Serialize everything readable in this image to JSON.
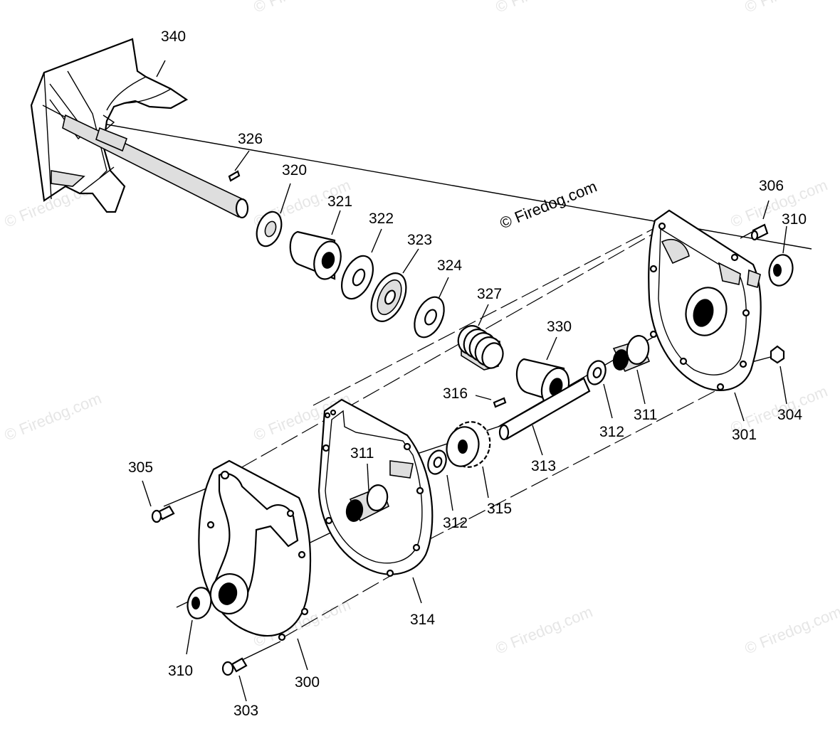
{
  "copyright": "© Firedog.com",
  "watermark_text": "© Firedog.com",
  "part_labels": {
    "p340": "340",
    "p326": "326",
    "p320": "320",
    "p321a": "321",
    "p322": "322",
    "p323": "323",
    "p324": "324",
    "p327": "327",
    "p330": "330",
    "p316": "316",
    "p306": "306",
    "p310a": "310",
    "p304": "304",
    "p301": "301",
    "p311a": "311",
    "p312a": "312",
    "p313": "313",
    "p315": "315",
    "p312b": "312",
    "p311b": "311",
    "p305": "305",
    "p314": "314",
    "p310b": "310",
    "p300": "300",
    "p303": "303"
  }
}
